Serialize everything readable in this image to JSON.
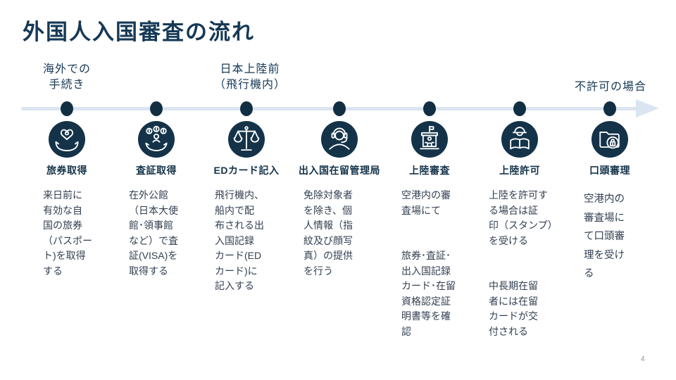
{
  "title": "外国人入国審査の流れ",
  "page_number": "4",
  "colors": {
    "title_navy": "#163956",
    "icon_navy": "#143349",
    "dot_navy": "#112e43",
    "timeline_light_blue": "#dbe5f1",
    "body_text": "#333f50"
  },
  "phases": [
    {
      "text": "海外での\n手続き"
    },
    {
      "text": "日本上陸前\n（飛行機内）"
    },
    {
      "text": "不許可の場合"
    }
  ],
  "steps": [
    {
      "icon": "hands-holding-heart-icon",
      "label": "旅券取得",
      "description": "来日前に\n有効な自\n国の旅券\n（パスポー\nト)を取得\nする"
    },
    {
      "icon": "hands-coins-person-icon",
      "label": "査証取得",
      "description": "在外公館\n（日本大使\n館･領事館\nなど）で査\n証(VISA)を\n取得する"
    },
    {
      "icon": "balance-scale-icon",
      "label": "EDカード記入",
      "description": "飛行機内、\n船内で配\n布される出\n入国記録\nカード(ED\nカード)に\n記入する"
    },
    {
      "icon": "agent-headset-icon",
      "label": "出入国在留管理局",
      "description": "免除対象者\nを除き、個\n人情報（指\n紋及び顔写\n真）の提供\nを行う"
    },
    {
      "icon": "government-building-icon",
      "label": "上陸審査",
      "description": "空港内の審\n査場にて\n\n\n旅券･査証･\n出入国記録\nカード･在留\n資格認定証\n明書等を確\n認"
    },
    {
      "icon": "worker-reading-book-icon",
      "label": "上陸許可",
      "description": "上陸を許可す\nる場合は証\n印（スタンプ）\nを受ける\n\n\n中長期在留\n者には在留\nカードが交\n付される"
    },
    {
      "icon": "locked-folder-icon",
      "label": "口頭審理",
      "description": "空港内の\n審査場に\nて口頭審\n理を受け\nる"
    }
  ]
}
